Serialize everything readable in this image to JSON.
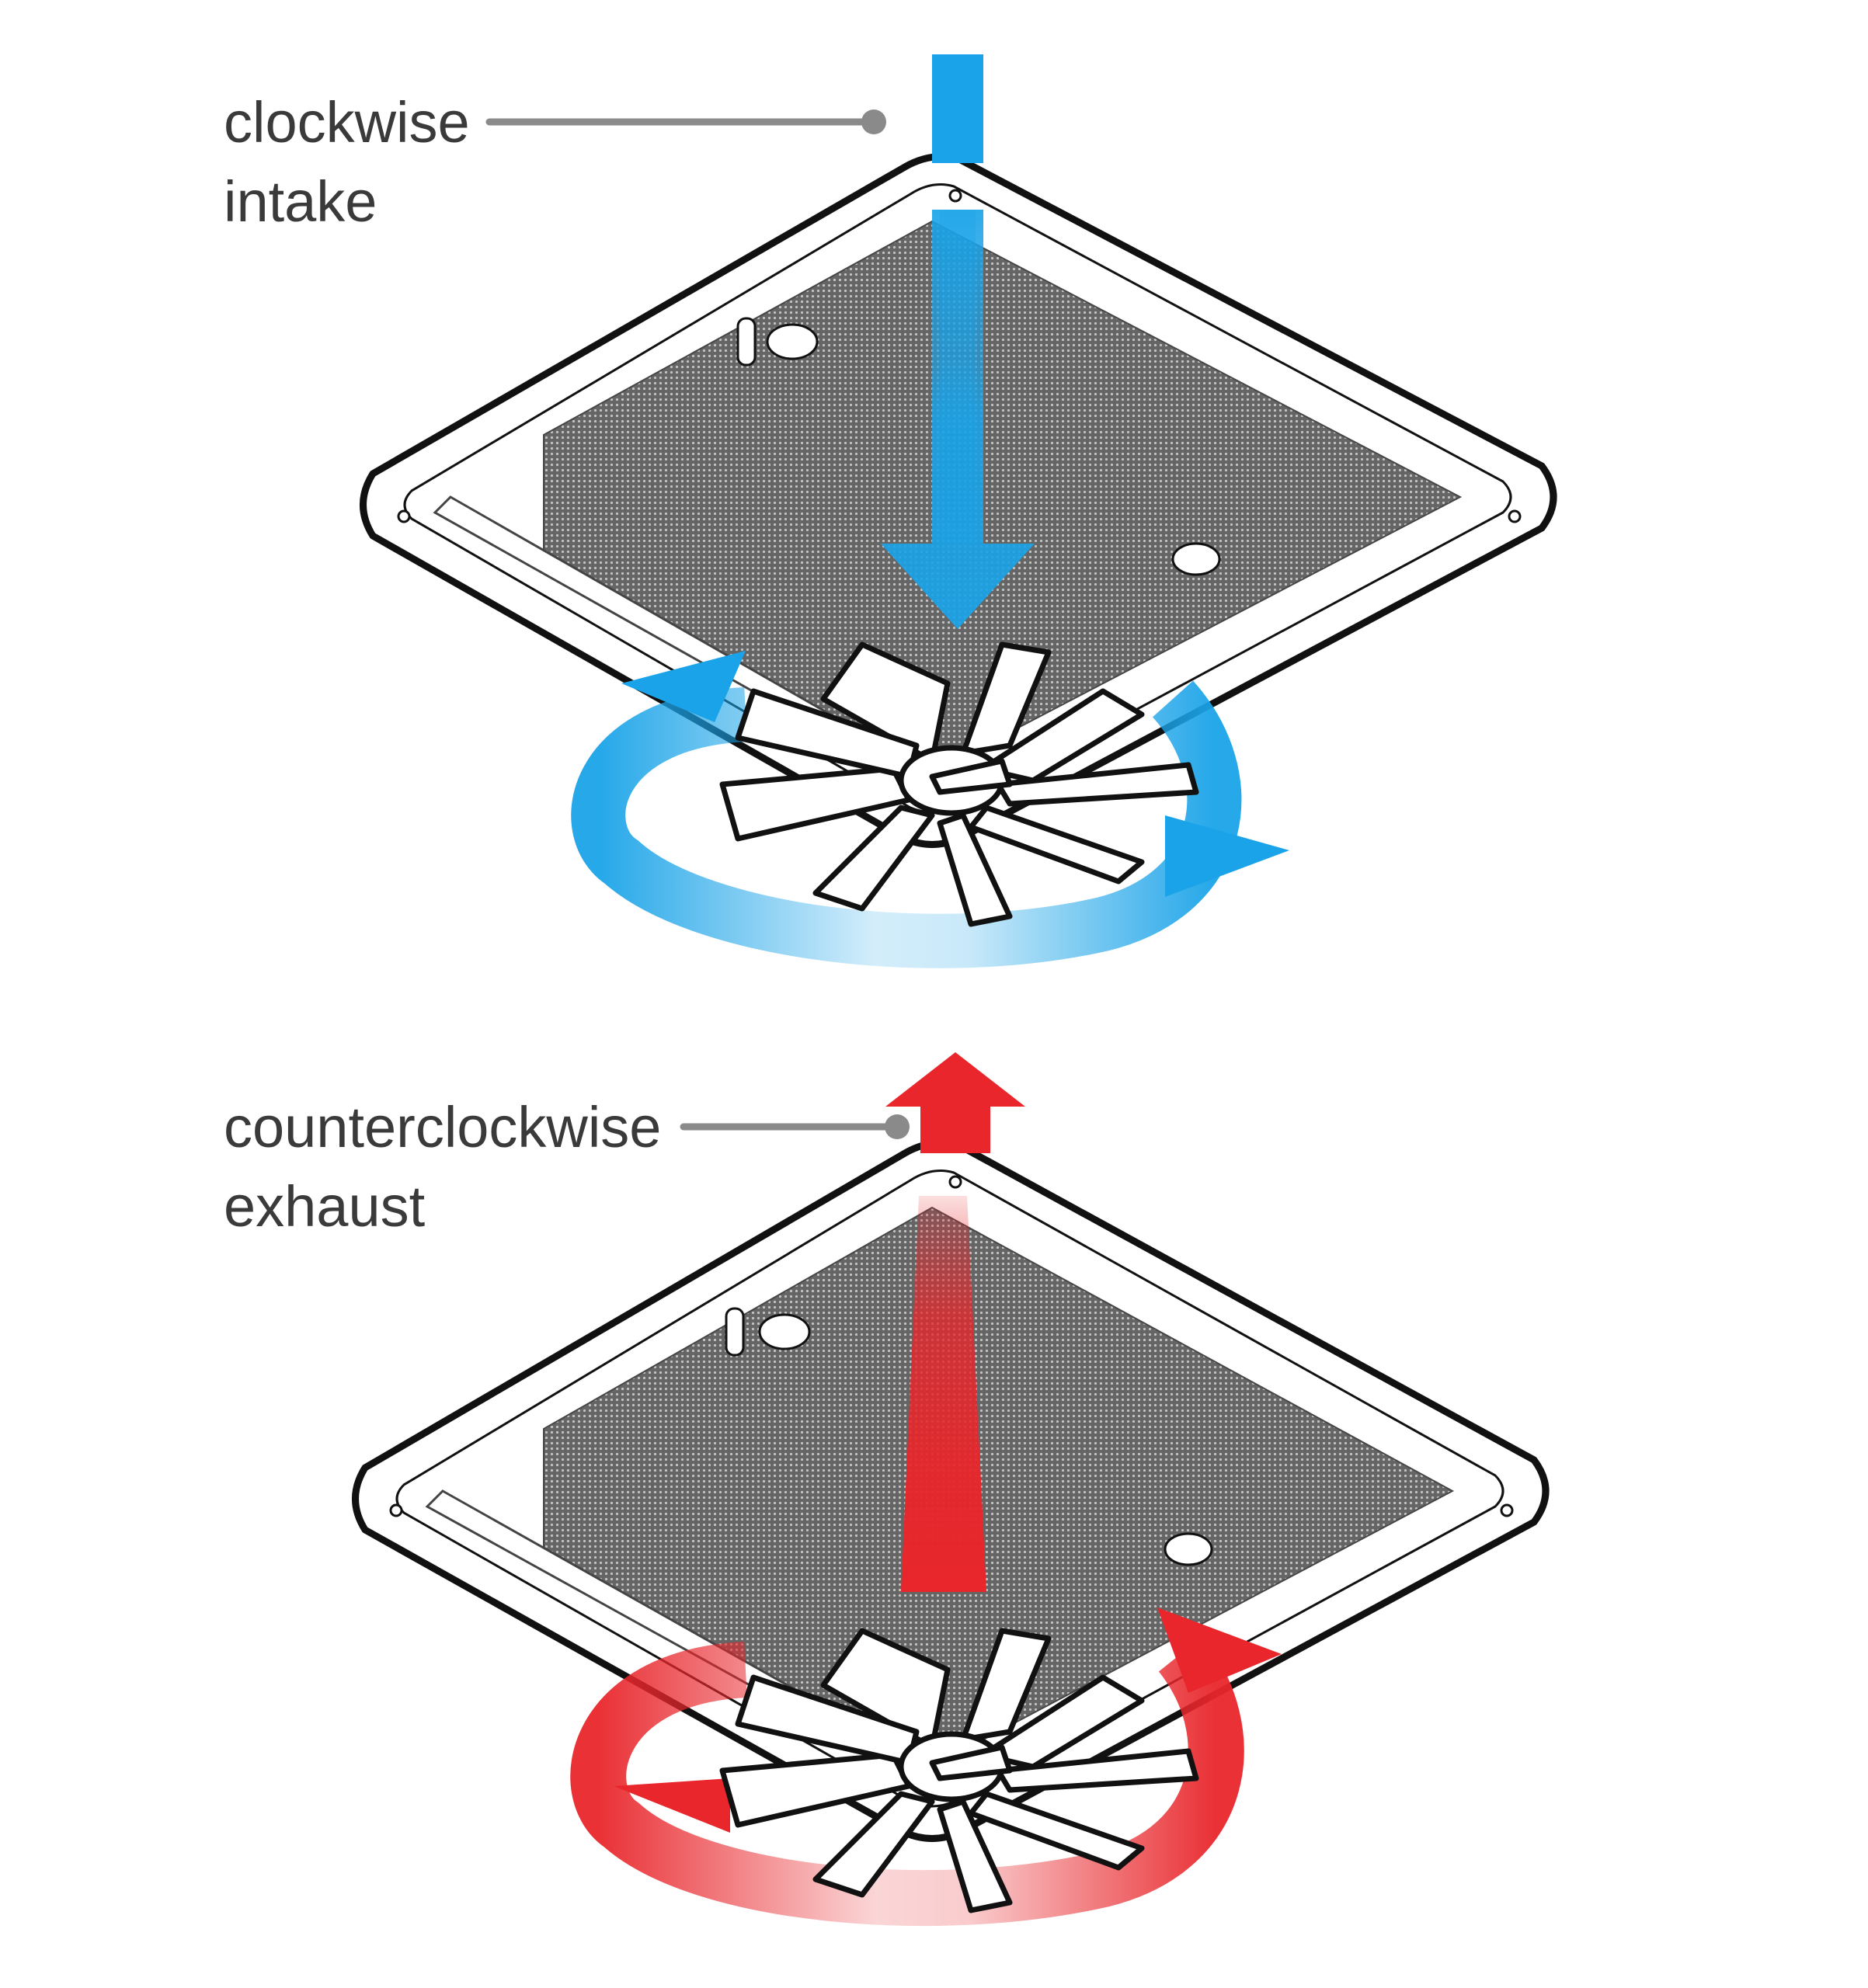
{
  "labels": {
    "top": {
      "line1": "clockwise",
      "line2": "intake"
    },
    "bottom": {
      "line1": "counterclockwise",
      "line2": "exhaust"
    }
  },
  "colors": {
    "intake": "#1aa3e8",
    "exhaust": "#e8262b",
    "leader": "#8a8a8a",
    "outline": "#111111",
    "screen": "#4a4a4a",
    "text": "#3a3a3a"
  },
  "icons": {
    "top_flow": "down-arrow-icon",
    "top_rotation": "clockwise-arrow-icon",
    "bottom_flow": "up-arrow-icon",
    "bottom_rotation": "counterclockwise-arrow-icon",
    "fan": "fan-blade-icon"
  }
}
